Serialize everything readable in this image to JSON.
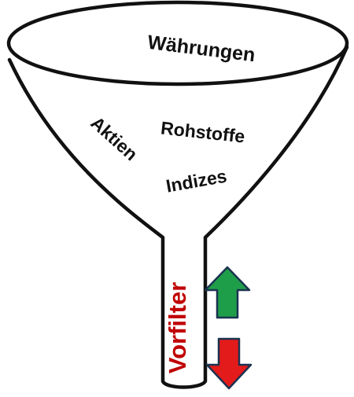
{
  "funnel": {
    "labels": {
      "waehrungen": "Währungen",
      "aktien": "Aktien",
      "rohstoffe": "Rohstoffe",
      "indizes": "Indizes",
      "vorfilter": "Vorfilter"
    },
    "colors": {
      "outline": "#111111",
      "fill": "#ffffff",
      "vorfilter_text": "#c00000",
      "arrow_up": "#1f9e4a",
      "arrow_down": "#e31b1b",
      "arrow_stroke": "#1b3350"
    },
    "arrows": {
      "up": "arrow-up-icon",
      "down": "arrow-down-icon"
    }
  }
}
